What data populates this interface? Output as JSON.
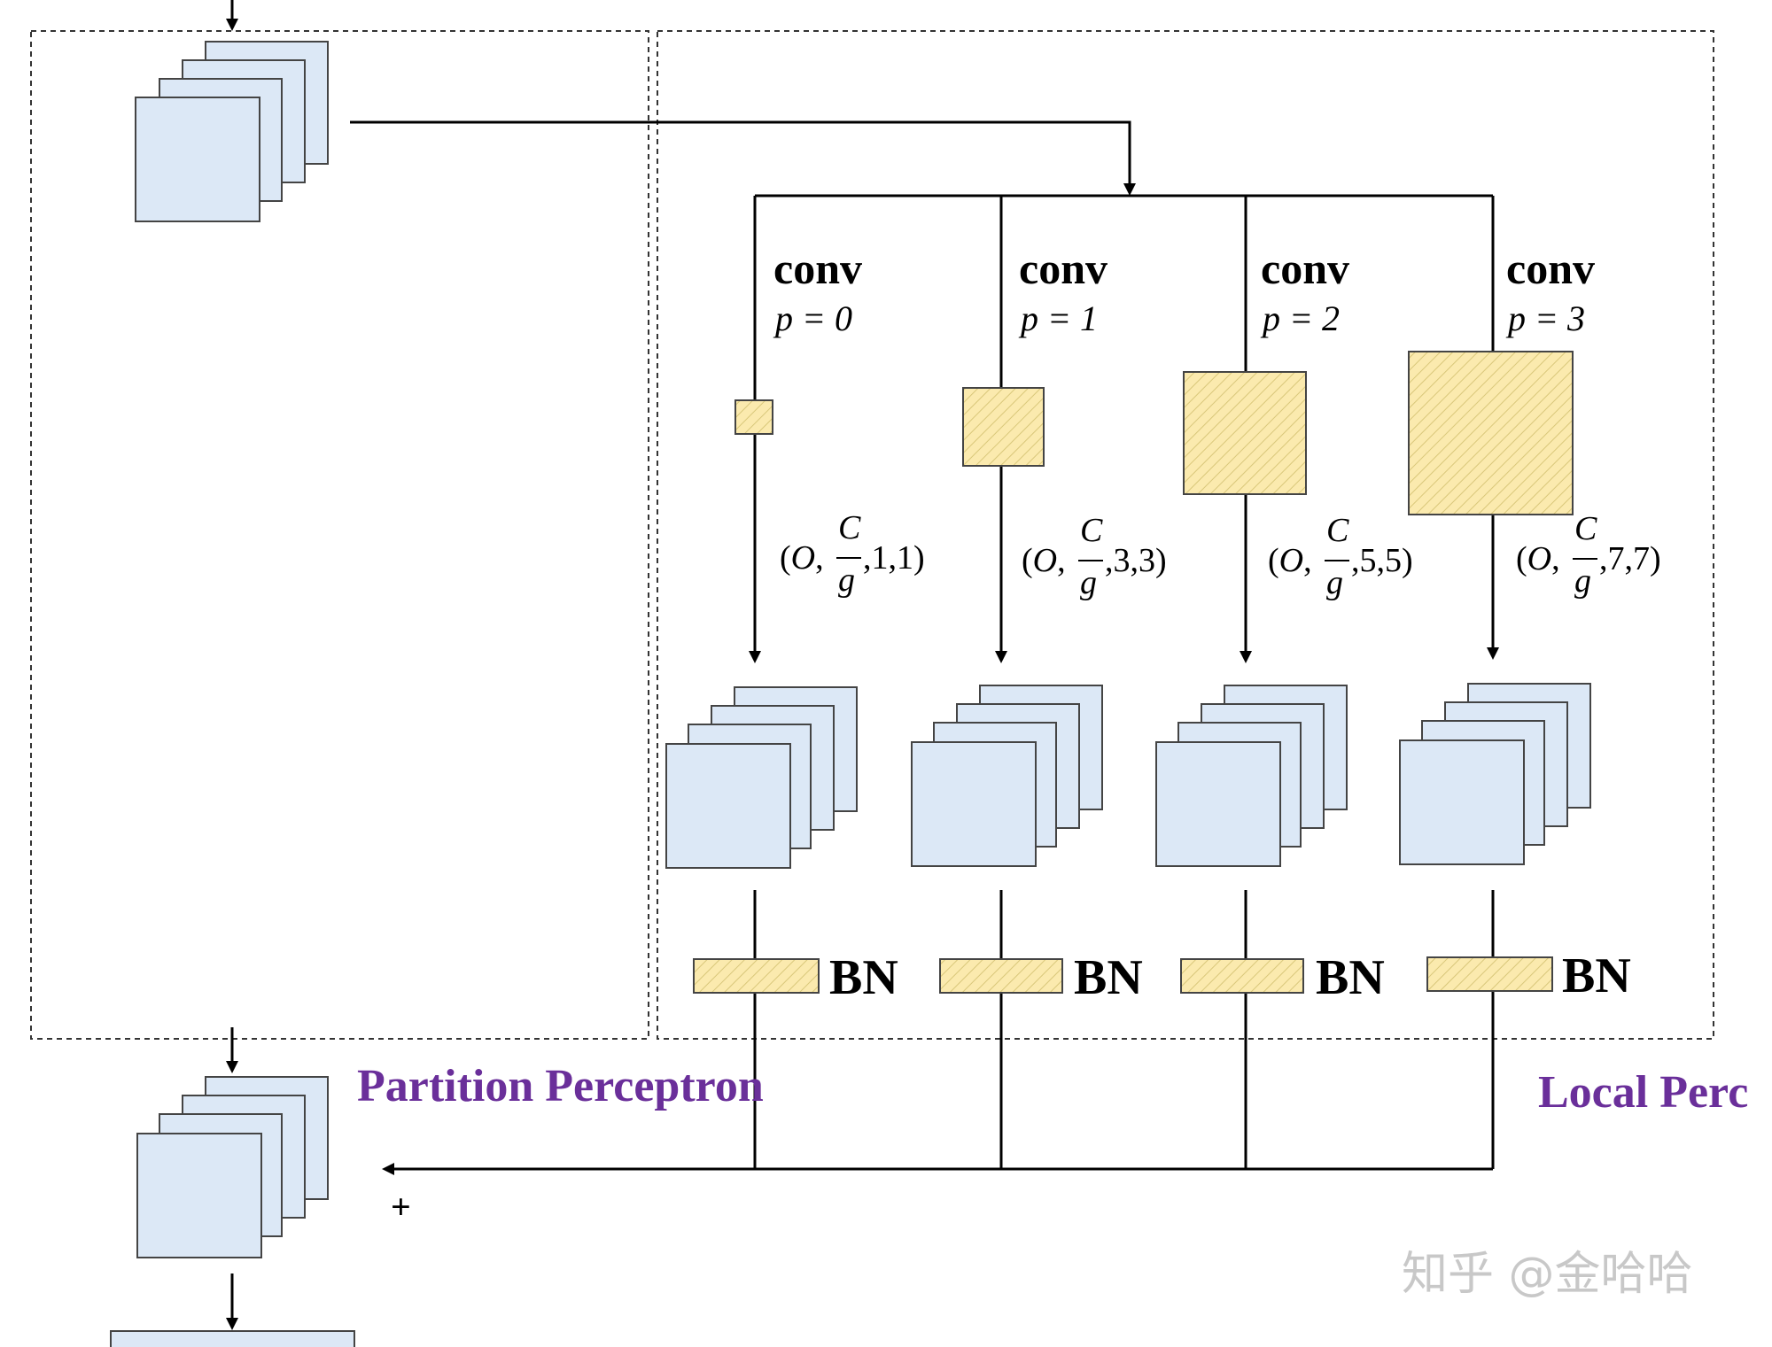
{
  "branches": [
    {
      "conv": "conv",
      "p": "p = 0",
      "shape_pre": "(",
      "shape_o": "O",
      "shape_sep": ",",
      "shape_num": "C",
      "shape_den": "g",
      "shape_post": ",1,1)"
    },
    {
      "conv": "conv",
      "p": "p = 1",
      "shape_pre": "(",
      "shape_o": "O",
      "shape_sep": ",",
      "shape_num": "C",
      "shape_den": "g",
      "shape_post": ",3,3)"
    },
    {
      "conv": "conv",
      "p": "p = 2",
      "shape_pre": "(",
      "shape_o": "O",
      "shape_sep": ",",
      "shape_num": "C",
      "shape_den": "g",
      "shape_post": ",5,5)"
    },
    {
      "conv": "conv",
      "p": "p = 3",
      "shape_pre": "(",
      "shape_o": "O",
      "shape_sep": ",",
      "shape_num": "C",
      "shape_den": "g",
      "shape_post": ",7,7)"
    }
  ],
  "bn_label": "BN",
  "partition_label": "Partition Perceptron",
  "local_label": "Local Perc",
  "plus": "+",
  "watermark": "知乎 @金哈哈",
  "colors": {
    "feature_fill": "#dce8f6",
    "kernel_fill": "#fbeaae",
    "kernel_hatch": "#d9c77a",
    "label_purple": "#6a2f9a"
  }
}
